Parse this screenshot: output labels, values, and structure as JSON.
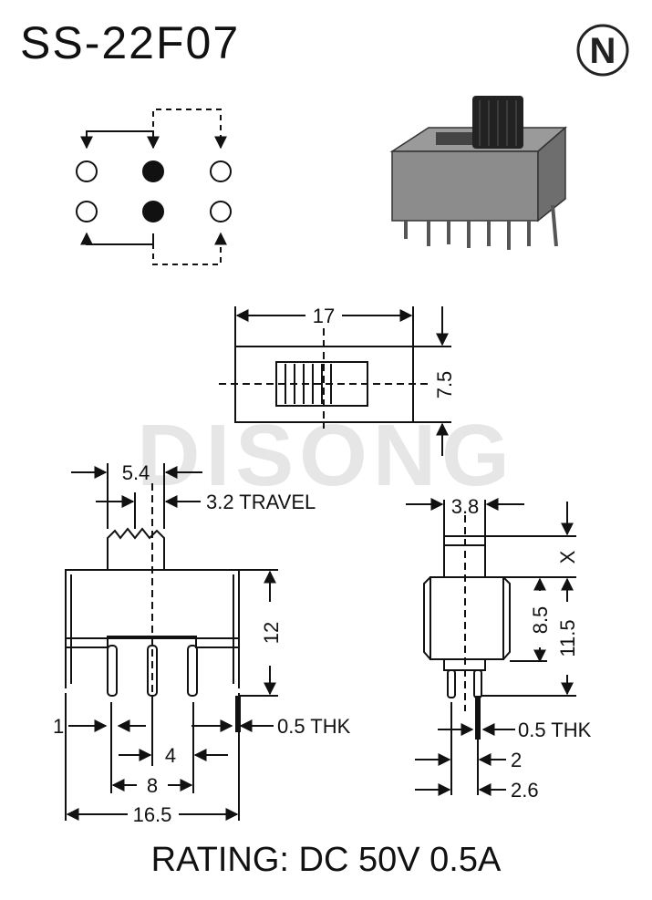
{
  "title": "SS-22F07",
  "watermark": "DISONG",
  "logo_letter": "N",
  "rating": "RATING: DC 50V 0.5A",
  "top_view": {
    "width_label": "17",
    "height_label": "7.5"
  },
  "front_view": {
    "knob_width_label": "5.4",
    "travel_label": "3.2 TRAVEL",
    "height_label": "12",
    "pin_width_label": "1",
    "thickness_label": "0.5 THK",
    "pitch_label": "4",
    "span_label": "8",
    "overall_label": "16.5"
  },
  "side_view": {
    "knob_width_label": "3.8",
    "x_label": "X",
    "body_height_label": "8.5",
    "overall_height_label": "11.5",
    "thickness_label": "0.5 THK",
    "pin_label": "2",
    "pin_span_label": "2.6"
  }
}
